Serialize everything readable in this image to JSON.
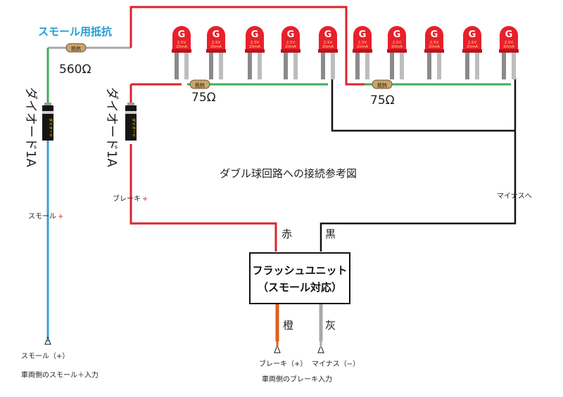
{
  "title": "ダブル球回路への接続参考図",
  "small_resistor_title": "スモール用抵抗",
  "resistor_text": "抵抗",
  "resistor_560_value": "560Ω",
  "resistor_75_value_a": "75Ω",
  "resistor_75_value_b": "75Ω",
  "diode_text": "ダイオード",
  "diode_label_left": "ダイオード1A",
  "diode_label_right": "ダイオード1A",
  "led": {
    "letter": "G",
    "voltage": "2.5V",
    "current": "20mA",
    "count": 10
  },
  "wire_labels": {
    "red": "赤",
    "black": "黒",
    "orange": "橙",
    "gray": "灰"
  },
  "flash_unit": {
    "line1": "フラッシュユニット",
    "line2": "（スモール対応）"
  },
  "small_plus_label": "スモール",
  "plus_sign": "+",
  "brake_plus_label": "ブレーキ",
  "minus_to_label": "マイナスへ",
  "small_input_label": "スモール（+）",
  "vehicle_small_input": "車両側のスモール＋入力",
  "brake_input_label": "ブレーキ（+）",
  "minus_input_label": "マイナス（−）",
  "vehicle_brake_input": "車両側のブレーキ入力",
  "colors": {
    "red_wire": "#d9252b",
    "black_wire": "#111111",
    "gray_wire": "#a8a8a8",
    "blue_wire": "#3a9fd8",
    "green_wire": "#3cae5e",
    "orange_wire": "#e0601f",
    "title_blue": "#1f9fd8",
    "led_red": "#e8202b",
    "resistor_body": "#c9a46a"
  }
}
